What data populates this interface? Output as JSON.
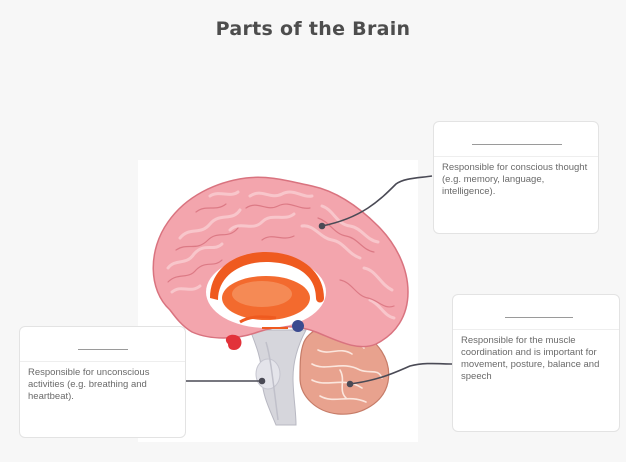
{
  "title": "Parts of the Brain",
  "labels": {
    "cerebrum": {
      "answer": "",
      "description": "Responsible for conscious thought (e.g. memory, language, intelligence)."
    },
    "cerebellum": {
      "answer": "",
      "description": "Responsible for the muscle coordination and is important for movement, posture, balance and speech"
    },
    "brainstem": {
      "answer": "",
      "description": "Responsible for unconscious activities (e.g. breathing and heartbeat)."
    }
  },
  "colors": {
    "cerebrum": "#f3a5ad",
    "cerebrum_fold": "#f8c6cb",
    "cerebrum_sulcus": "#d9737f",
    "corpus_callosum": "#ef5a1f",
    "corpus_callosum_light": "#ffffff",
    "cerebellum": "#e8a28e",
    "brainstem": "#d6d6dc",
    "connector": "#4a4a55"
  },
  "icons": {
    "brain": "sagittal-brain-illustration"
  }
}
